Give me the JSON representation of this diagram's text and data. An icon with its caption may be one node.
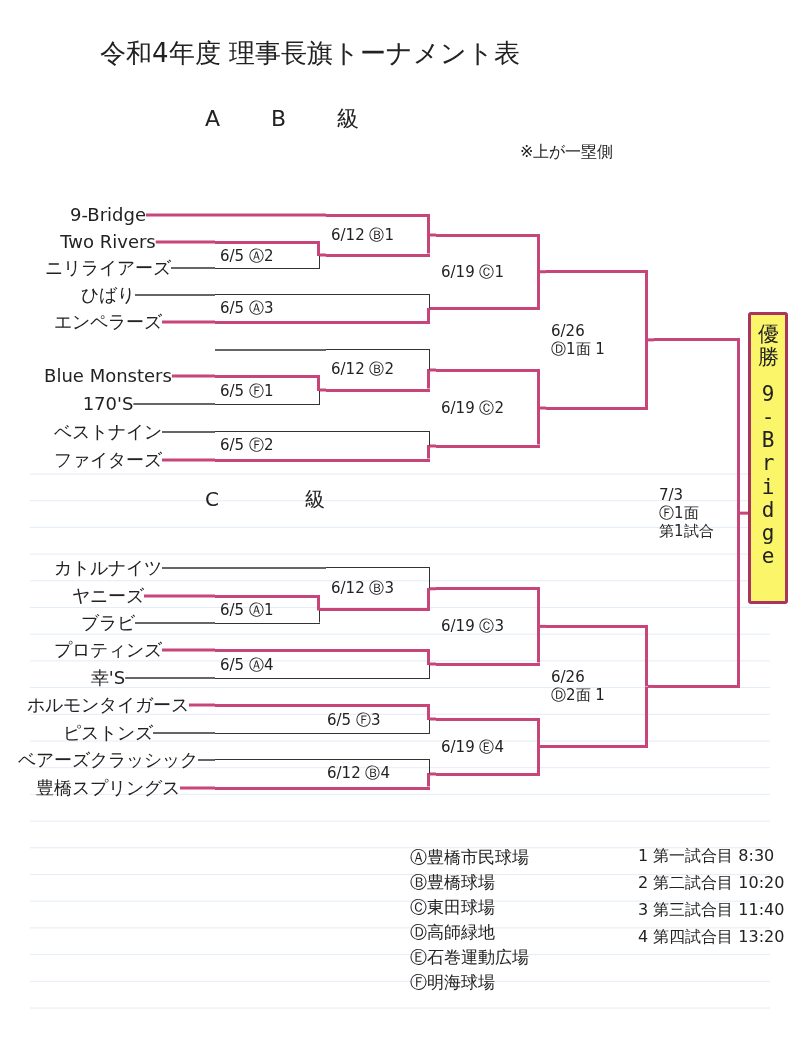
{
  "diagram": {
    "title": "令和4年度 理事長旗トーナメント表",
    "nodes": [
      {
        "text": [
          "9-Bridge"
        ]
      },
      {
        "text": [
          "Two Rivers"
        ]
      },
      {
        "text": [
          "ニリライアーズ"
        ]
      },
      {
        "text": [
          "ひばり"
        ]
      },
      {
        "text": [
          "エンペラーズ"
        ]
      },
      {
        "text": [
          "Blue Monsters"
        ]
      },
      {
        "text": [
          "170'S"
        ]
      },
      {
        "text": [
          "ベストナイン"
        ]
      },
      {
        "text": [
          "ファイターズ"
        ]
      },
      {
        "text": [
          "6/12 Ⓑ1"
        ]
      },
      {
        "text": [
          "6/5 Ⓐ2"
        ]
      },
      {
        "text": [
          "6/19 Ⓒ1"
        ]
      },
      {
        "text": [
          "6/5 Ⓐ3"
        ]
      },
      {
        "text": [
          "6/26",
          "Ⓓ1面 1"
        ]
      },
      {
        "text": [
          "6/12 Ⓑ2"
        ]
      },
      {
        "text": [
          "6/5 Ⓕ1"
        ]
      },
      {
        "text": [
          "6/19 Ⓒ2"
        ]
      },
      {
        "text": [
          "6/5 Ⓕ2"
        ]
      },
      {
        "text": [
          "7/3",
          "Ⓕ1面",
          "第1試合"
        ]
      },
      {
        "text": [
          "優勝",
          "9-Bridge"
        ]
      },
      {
        "text": [
          "カトルナイツ"
        ]
      },
      {
        "text": [
          "ヤニーズ"
        ]
      },
      {
        "text": [
          "ブラビ"
        ]
      },
      {
        "text": [
          "プロティンズ"
        ]
      },
      {
        "text": [
          "幸'S"
        ]
      },
      {
        "text": [
          "ホルモンタイガース"
        ]
      },
      {
        "text": [
          "ピストンズ"
        ]
      },
      {
        "text": [
          "ベアーズクラッシック"
        ]
      },
      {
        "text": [
          "豊橋スプリングス"
        ]
      },
      {
        "text": [
          "6/12 Ⓑ3"
        ]
      },
      {
        "text": [
          "6/5 Ⓐ1"
        ]
      },
      {
        "text": [
          "6/19 Ⓒ3"
        ]
      },
      {
        "text": [
          "6/26",
          "Ⓓ2面 1"
        ]
      },
      {
        "text": [
          "6/5 Ⓐ4"
        ]
      },
      {
        "text": [
          "6/5 Ⓕ3"
        ]
      },
      {
        "text": [
          "6/19 Ⓔ4"
        ]
      },
      {
        "text": [
          "6/12 Ⓑ4"
        ]
      }
    ],
    "edges": [
      {
        "from": 0,
        "to": 9,
        "arrow": "none"
      },
      {
        "from": 1,
        "to": 10,
        "arrow": "none"
      },
      {
        "from": 2,
        "to": 10,
        "arrow": "none",
        "color": "#333333"
      },
      {
        "from": 10,
        "to": 9,
        "arrow": "none"
      },
      {
        "from": 9,
        "to": 11,
        "arrow": "none"
      },
      {
        "from": 3,
        "to": 12,
        "arrow": "none",
        "color": "#333333"
      },
      {
        "from": 4,
        "to": 12,
        "arrow": "none"
      },
      {
        "from": 12,
        "to": 11,
        "arrow": "none"
      },
      {
        "from": 11,
        "to": 13,
        "arrow": "none"
      },
      {
        "from": null,
        "to": 14,
        "arrow": "none",
        "color": "#333333"
      },
      {
        "from": 5,
        "to": 15,
        "arrow": "none"
      },
      {
        "from": 6,
        "to": 15,
        "arrow": "none",
        "color": "#333333"
      },
      {
        "from": 15,
        "to": 14,
        "arrow": "none"
      },
      {
        "from": 14,
        "to": 16,
        "arrow": "none"
      },
      {
        "from": 7,
        "to": 17,
        "arrow": "none",
        "color": "#333333"
      },
      {
        "from": 8,
        "to": 17,
        "arrow": "none"
      },
      {
        "from": 17,
        "to": 16,
        "arrow": "none"
      },
      {
        "from": 16,
        "to": 13,
        "arrow": "none"
      },
      {
        "from": 13,
        "to": 18,
        "arrow": "none"
      },
      {
        "from": 18,
        "to": 19,
        "arrow": "none"
      },
      {
        "from": 20,
        "to": 29,
        "arrow": "none",
        "color": "#333333"
      },
      {
        "from": 21,
        "to": 30,
        "arrow": "none"
      },
      {
        "from": 22,
        "to": 30,
        "arrow": "none",
        "color": "#333333"
      },
      {
        "from": 30,
        "to": 29,
        "arrow": "none"
      },
      {
        "from": 29,
        "to": 31,
        "arrow": "none"
      },
      {
        "from": 23,
        "to": 33,
        "arrow": "none"
      },
      {
        "from": 24,
        "to": 33,
        "arrow": "none",
        "color": "#333333"
      },
      {
        "from": 33,
        "to": 31,
        "arrow": "none"
      },
      {
        "from": 31,
        "to": 32,
        "arrow": "none"
      },
      {
        "from": 25,
        "to": 34,
        "arrow": "none"
      },
      {
        "from": 26,
        "to": 34,
        "arrow": "none",
        "color": "#333333"
      },
      {
        "from": 34,
        "to": 35,
        "arrow": "none"
      },
      {
        "from": 27,
        "to": 36,
        "arrow": "none",
        "color": "#333333"
      },
      {
        "from": 28,
        "to": 36,
        "arrow": "none"
      },
      {
        "from": 36,
        "to": 35,
        "arrow": "none"
      },
      {
        "from": 35,
        "to": 32,
        "arrow": "none"
      },
      {
        "from": 32,
        "to": 18,
        "arrow": "none"
      }
    ],
    "labels": [
      "A B 級",
      "※上が一塁側",
      "C 級",
      "Ⓐ豊橋市民球場",
      "Ⓑ豊橋球場",
      "Ⓒ東田球場",
      "Ⓓ高師緑地",
      "Ⓔ石巻運動広場",
      "Ⓕ明海球場",
      "1 第一試合目 8:30",
      "2 第二試合目 10:20",
      "3 第三試合目 11:40",
      "4 第四試合目 13:20"
    ]
  }
}
